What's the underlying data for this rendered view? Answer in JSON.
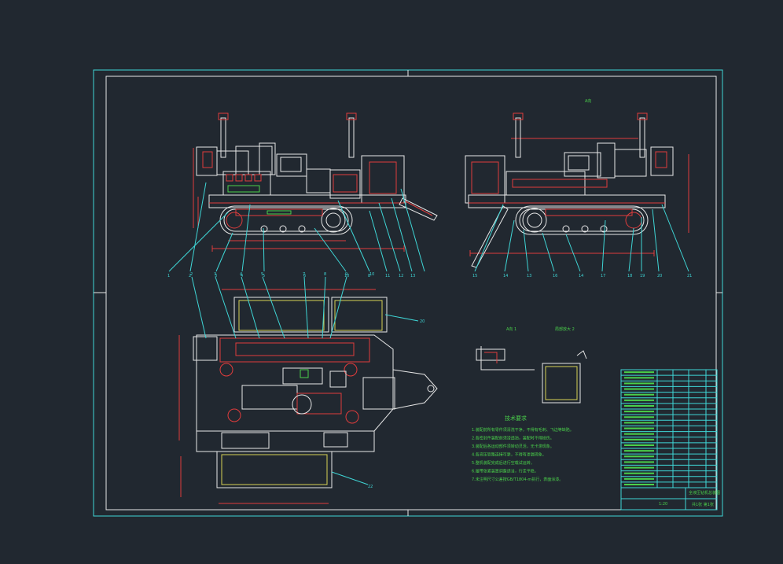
{
  "drawing": {
    "background": "#212830",
    "colors": {
      "frame": "#3fd6d6",
      "outline": "#e8e8e8",
      "dims": "#e03c3c",
      "notes": "#4ad14a",
      "hatch": "#d8d255"
    }
  },
  "side_view_left": {
    "balloons": [
      "1",
      "2",
      "3",
      "4",
      "5",
      "6",
      "10",
      "8",
      "11",
      "12",
      "13"
    ]
  },
  "side_view_right": {
    "view_tag": "A向",
    "balloons": [
      "15",
      "14",
      "13",
      "16",
      "14",
      "17",
      "18",
      "19",
      "20",
      "21"
    ]
  },
  "plan_view": {
    "balloons": [
      "2",
      "3",
      "4",
      "5",
      "7",
      "8",
      "9",
      "10",
      "20",
      "22"
    ]
  },
  "detail_views": {
    "label_left": "A向 1",
    "label_right": "局部放大 2"
  },
  "tech_notes": {
    "heading": "技术要求",
    "lines": [
      "1.装配前所有零件须清洗干净，不得有毛刺、飞边等缺陷。",
      "2.各密封件装配前须浸透油，装配时不得损伤。",
      "3.装配后各运动部件须转动灵活，无卡滞现象。",
      "4.各液压管路连接可靠，不得有渗漏现象。",
      "5.整机装配完成后进行空载试运转。",
      "6.履带张紧装置调整适当，行走平稳。",
      "7.未注明尺寸公差按GB/T1804-m执行，表面涂漆。"
    ]
  },
  "title_block": {
    "drawing_name": "全液压钻机总装图",
    "scale": "1:20",
    "sheet": "共1张 第1张",
    "part_rows": 21
  }
}
